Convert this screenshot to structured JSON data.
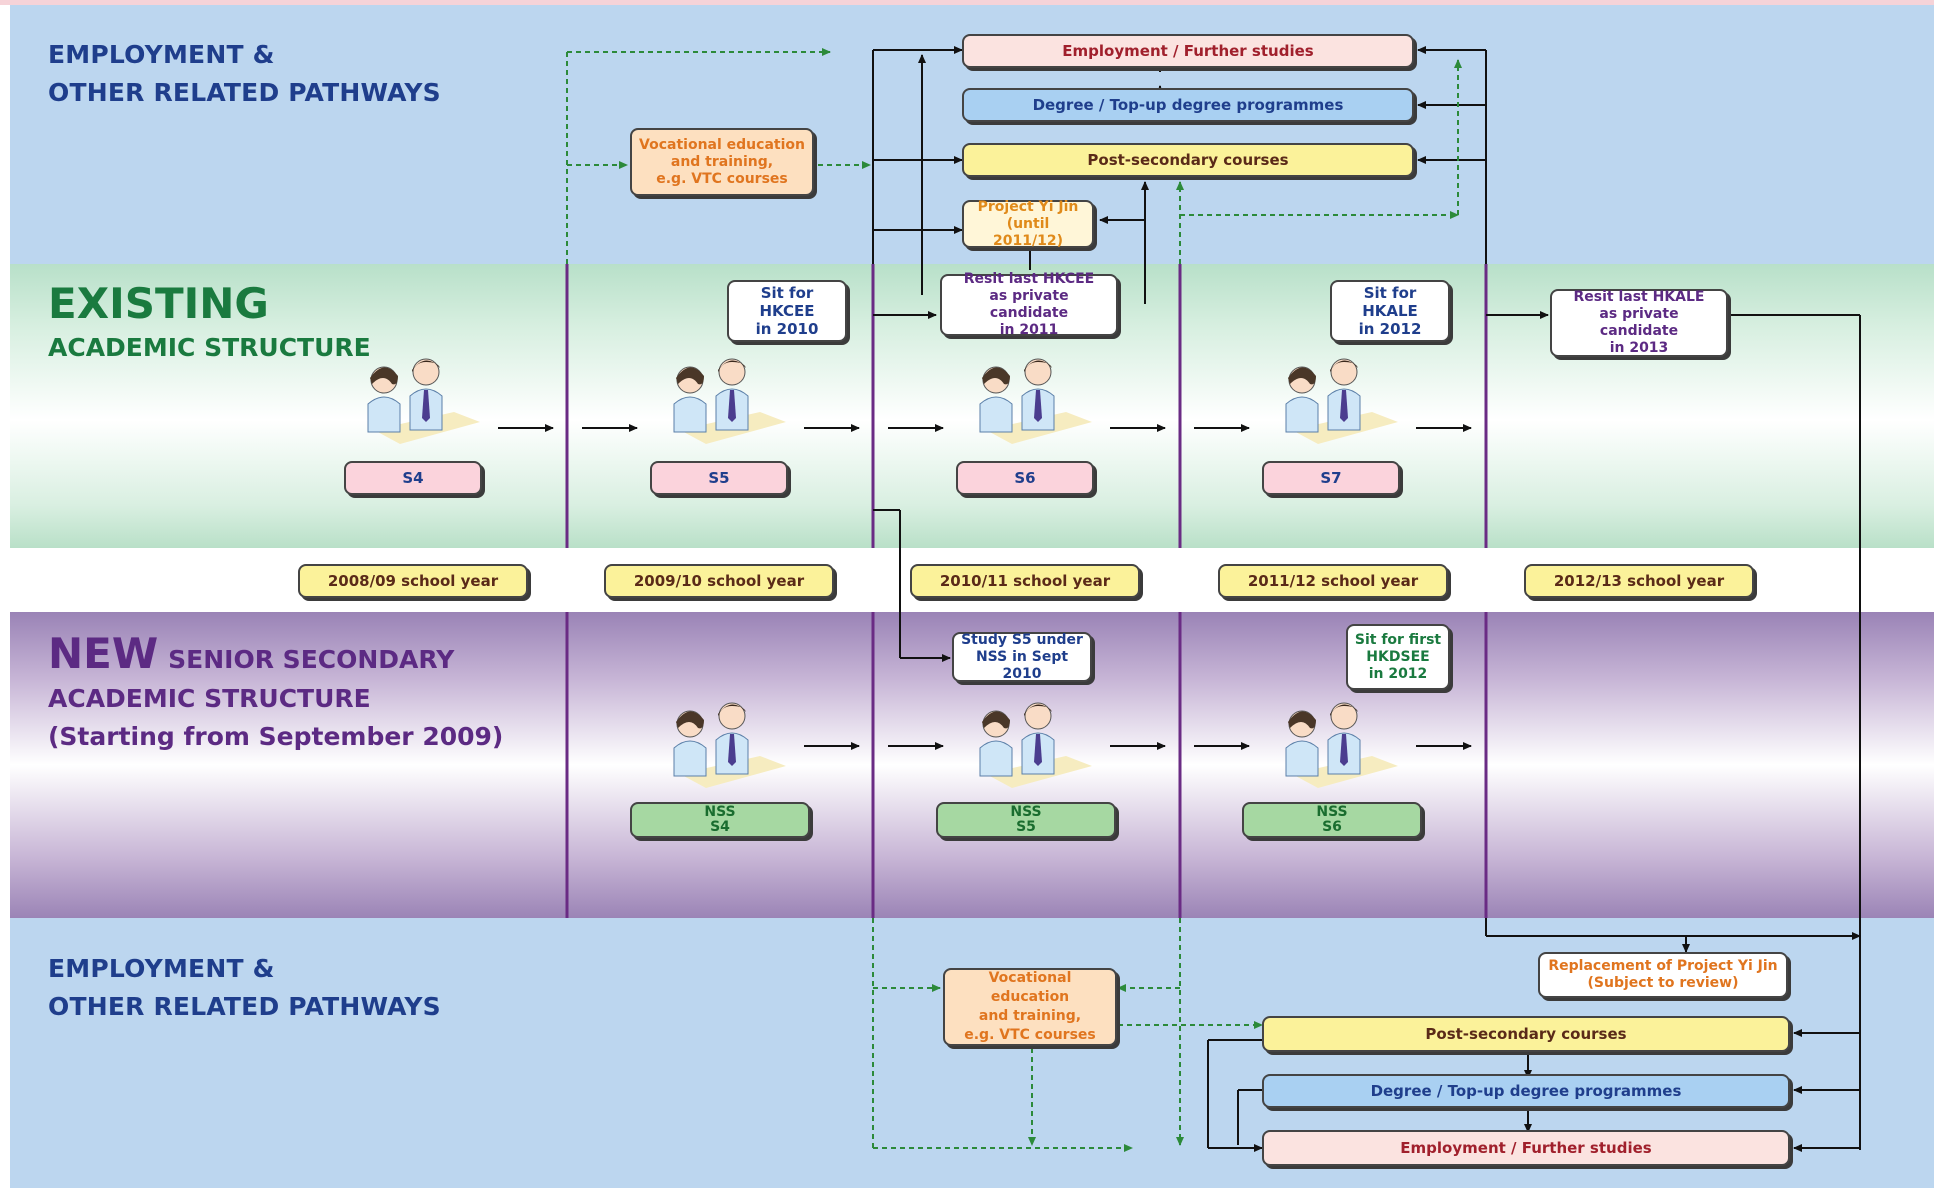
{
  "sections": {
    "top_pathways": [
      "EMPLOYMENT &",
      "OTHER RELATED PATHWAYS"
    ],
    "existing_title": "EXISTING",
    "existing_subtitle": "ACADEMIC STRUCTURE",
    "new_title": "NEW",
    "new_title_rest": "SENIOR SECONDARY",
    "new_line2": "ACADEMIC STRUCTURE",
    "new_line3": "(Starting from September 2009)",
    "bottom_pathways": [
      "EMPLOYMENT &",
      "OTHER RELATED PATHWAYS"
    ]
  },
  "top_boxes": {
    "employment": "Employment / Further studies",
    "degree": "Degree / Top-up degree programmes",
    "post_secondary": "Post-secondary courses",
    "vocational": "Vocational education\nand training,\ne.g. VTC courses",
    "project_yi_jin": "Project Yi Jin\n(until 2011/12)"
  },
  "existing_notes": {
    "hkcee_2010": "Sit for HKCEE\nin 2010",
    "resit_hkcee": "Resit last HKCEE\nas private candidate\nin 2011",
    "hkale_2012": "Sit for HKALE\nin 2012",
    "resit_hkale": "Resit last HKALE\nas private candidate\nin 2013"
  },
  "existing_stages": [
    "S4",
    "S5",
    "S6",
    "S7"
  ],
  "school_years": [
    "2008/09 school year",
    "2009/10 school year",
    "2010/11 school year",
    "2011/12 school year",
    "2012/13 school year"
  ],
  "new_notes": {
    "study_s5": "Study S5 under\nNSS in Sept 2010",
    "hkdsee": "Sit for first\nHKDSEE\nin 2012"
  },
  "new_stages": [
    "NSS\nS4",
    "NSS\nS5",
    "NSS\nS6"
  ],
  "bottom_boxes": {
    "vocational": "Vocational education\nand training,\ne.g. VTC courses",
    "replacement": "Replacement of Project Yi Jin\n(Subject to review)",
    "post_secondary": "Post-secondary courses",
    "degree": "Degree / Top-up degree programmes",
    "employment": "Employment / Further studies"
  },
  "icons": [
    "students-icon"
  ],
  "colors": {
    "navy": "#1f3e8c",
    "green": "#1a7a3f",
    "purple": "#5c2a83",
    "divider": "#6a2b84"
  }
}
